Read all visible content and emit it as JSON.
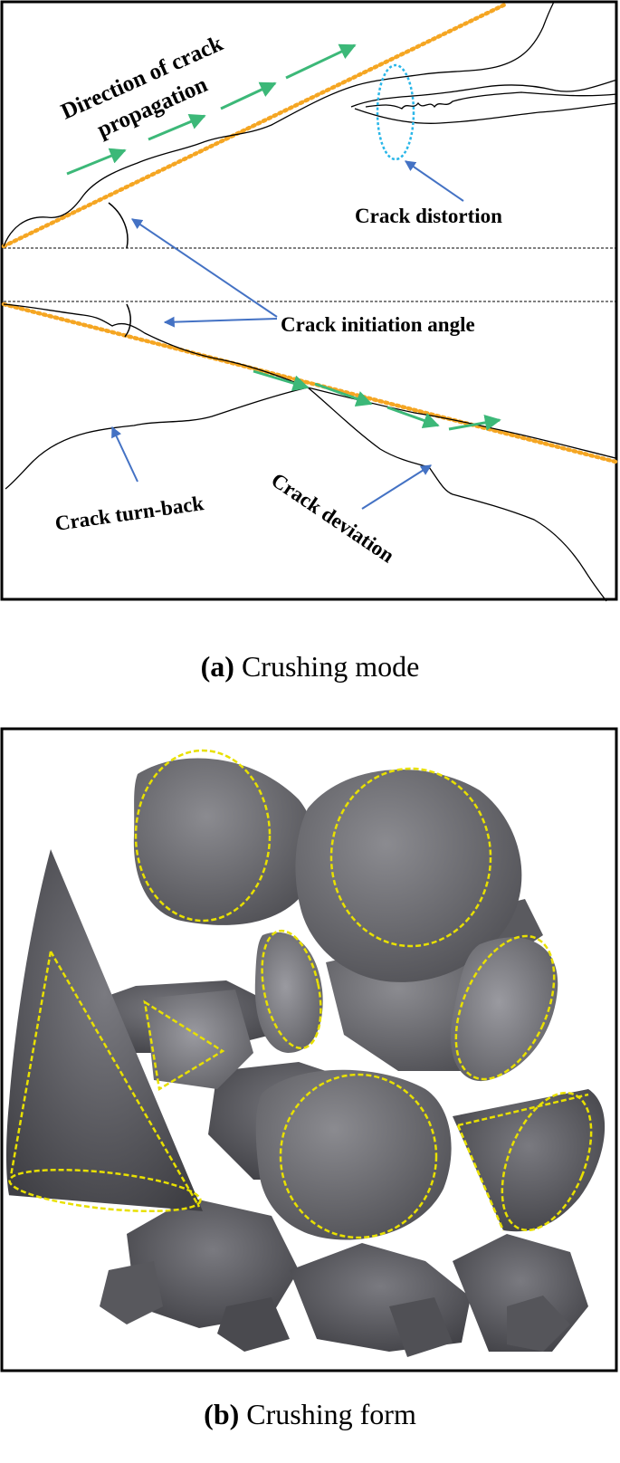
{
  "panel_a": {
    "caption_letter": "(a)",
    "caption_text": "Crushing mode",
    "labels": {
      "direction_line1": "Direction of crack",
      "direction_line2": "propagation",
      "distortion": "Crack distortion",
      "initiation": "Crack initiation angle",
      "turn_back": "Crack turn-back",
      "deviation": "Crack deviation"
    },
    "colors": {
      "propagation_arrow": "#3cb878",
      "guide_line": "#f5a623",
      "pointer_arrow": "#4472c4",
      "distortion_ellipse": "#29b6e8"
    }
  },
  "panel_b": {
    "caption_letter": "(b)",
    "caption_text": "Crushing form",
    "colors": {
      "outline": "#e8e000",
      "fragment": "#6e6e72"
    }
  }
}
